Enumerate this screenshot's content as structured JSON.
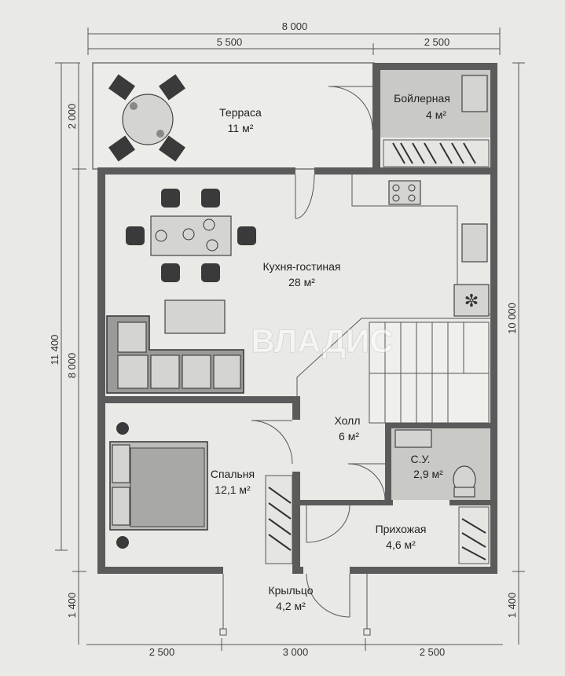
{
  "dimensions": {
    "top_total": "8 000",
    "top_left": "5 500",
    "top_right": "2 500",
    "bottom_left": "2 500",
    "bottom_mid": "3 000",
    "bottom_right": "2 500",
    "left_total": "11 400",
    "left_terrace": "2 000",
    "left_main": "8 000",
    "left_bottom": "1 400",
    "right_main": "10 000",
    "right_bottom": "1 400"
  },
  "rooms": {
    "terrace": {
      "name": "Терраса",
      "area": "11 м²"
    },
    "boiler": {
      "name": "Бойлерная",
      "area": "4 м²"
    },
    "kitchen": {
      "name": "Кухня-гостиная",
      "area": "28 м²"
    },
    "hall": {
      "name": "Холл",
      "area": "6 м²"
    },
    "bathroom": {
      "name": "С.У.",
      "area": "2,9 м²"
    },
    "bedroom": {
      "name": "Спальня",
      "area": "12,1 м²"
    },
    "entry": {
      "name": "Прихожая",
      "area": "4,6 м²"
    },
    "porch": {
      "name": "Крыльцо",
      "area": "4,2 м²"
    }
  },
  "watermark": "ВЛАДИС"
}
